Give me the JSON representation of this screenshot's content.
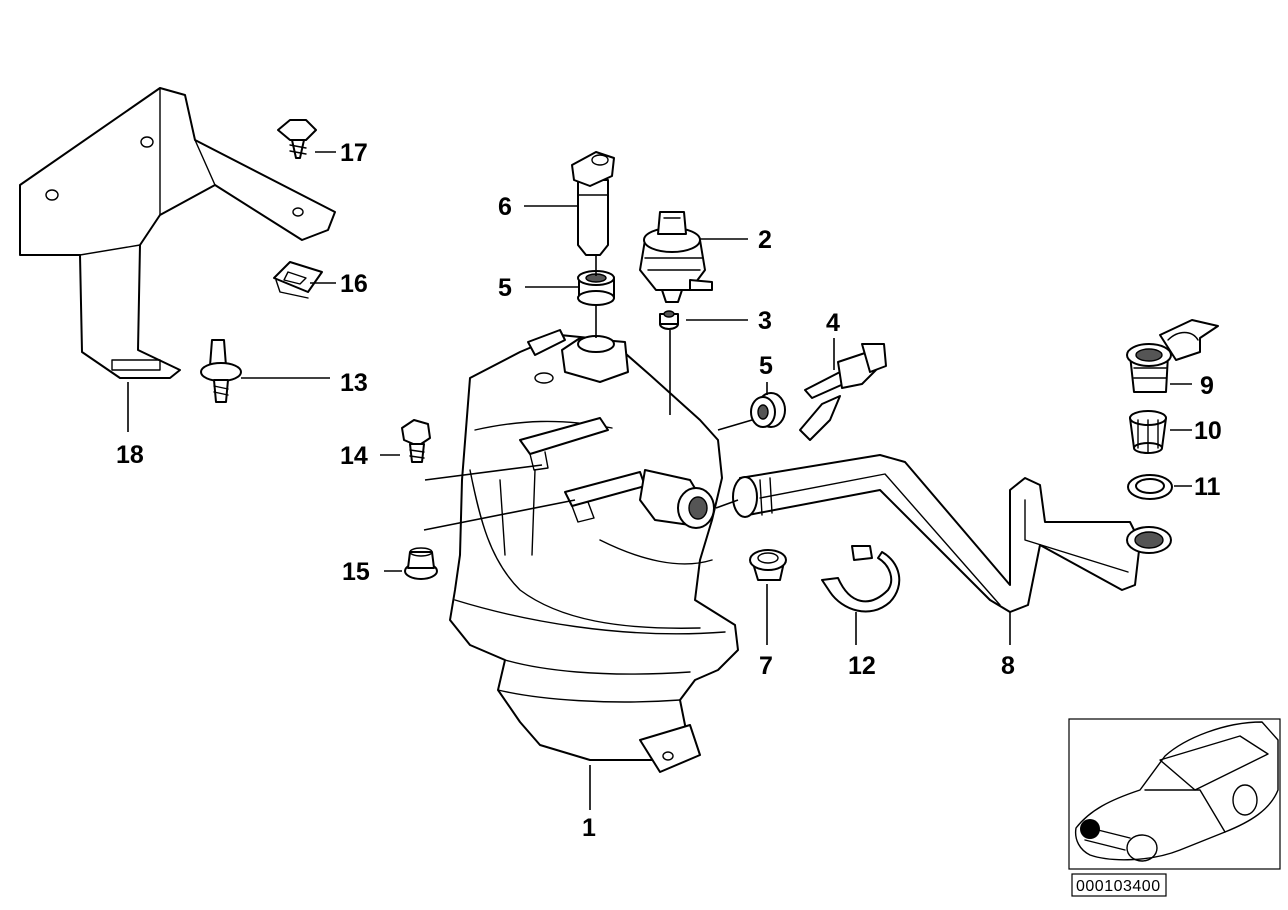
{
  "callouts": {
    "c1": "1",
    "c2": "2",
    "c3": "3",
    "c4": "4",
    "c5a": "5",
    "c5b": "5",
    "c6": "6",
    "c7": "7",
    "c8": "8",
    "c9": "9",
    "c10": "10",
    "c11": "11",
    "c12": "12",
    "c13": "13",
    "c14": "14",
    "c15": "15",
    "c16": "16",
    "c17": "17",
    "c18": "18"
  },
  "reference_number": "000103400",
  "locator_marker_color": "#000000"
}
